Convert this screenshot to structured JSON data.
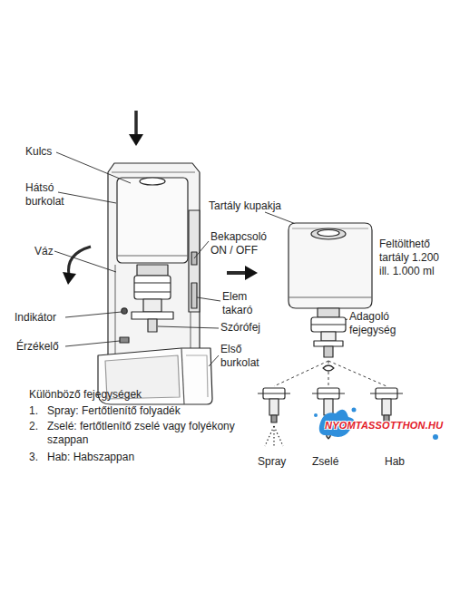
{
  "diagram": {
    "labels": [
      "Kulcs",
      "Hátsó burkolat",
      "Váz",
      "Indikátor",
      "Érzékelő",
      "Tartály kupakja",
      "Bekapcsoló ON / OFF",
      "Elem takaró",
      "Szórófej",
      "Első burkolat",
      "Feltölthető tartály 1.200 ill. 1.000 ml",
      "Adagoló fejegység",
      "Különböző fejegységek",
      "1.",
      "Spray: Fertőtlenítő folyadék",
      "2.",
      "Zselé: fertőtlenítő zselé vagy folyékony szappan",
      "3.",
      "Hab: Habszappan",
      "Spray",
      "Zselé",
      "Hab",
      "NYOMTASSOTTHON.HU"
    ]
  }
}
